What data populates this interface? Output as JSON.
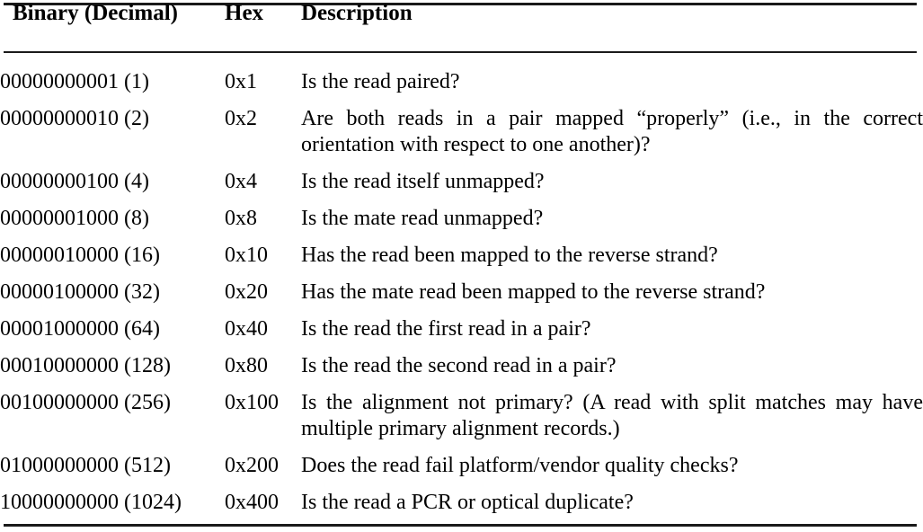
{
  "table": {
    "columns": [
      {
        "key": "binary",
        "label": "Binary (Decimal)"
      },
      {
        "key": "hex",
        "label": "Hex"
      },
      {
        "key": "description",
        "label": "Description"
      }
    ],
    "rows": [
      {
        "binary": "00000000001 (1)",
        "hex": "0x1",
        "description": "Is the read paired?"
      },
      {
        "binary": "00000000010 (2)",
        "hex": "0x2",
        "description": "Are both reads in a pair mapped “properly” (i.e., in the correct orientation with respect to one another)?"
      },
      {
        "binary": "00000000100 (4)",
        "hex": "0x4",
        "description": "Is the read itself unmapped?"
      },
      {
        "binary": "00000001000 (8)",
        "hex": "0x8",
        "description": "Is the mate read unmapped?"
      },
      {
        "binary": "00000010000 (16)",
        "hex": "0x10",
        "description": "Has the read been mapped to the reverse strand?"
      },
      {
        "binary": "00000100000 (32)",
        "hex": "0x20",
        "description": "Has the mate read been mapped to the reverse strand?"
      },
      {
        "binary": "00001000000 (64)",
        "hex": "0x40",
        "description": "Is the read the first read in a pair?"
      },
      {
        "binary": "00010000000 (128)",
        "hex": "0x80",
        "description": "Is the read the second read in a pair?"
      },
      {
        "binary": "00100000000 (256)",
        "hex": "0x100",
        "description": "Is the alignment not primary? (A read with split matches may have multiple primary alignment records.)"
      },
      {
        "binary": "01000000000 (512)",
        "hex": "0x200",
        "description": "Does the read fail platform/vendor quality checks?"
      },
      {
        "binary": "10000000000 (1024)",
        "hex": "0x400",
        "description": "Is the read a PCR or optical duplicate?"
      }
    ]
  },
  "style": {
    "rule_color": "#1a1a1a",
    "text_color": "#000000",
    "background": "#ffffff"
  }
}
